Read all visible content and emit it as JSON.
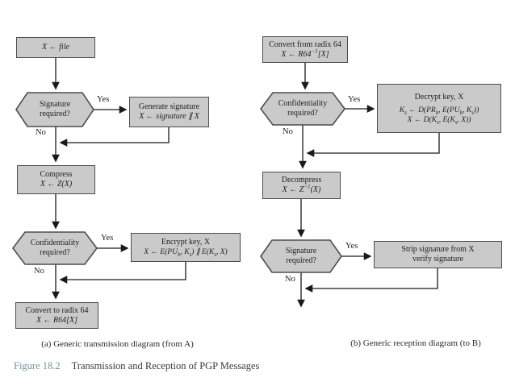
{
  "figure": {
    "label": "Figure 18.2",
    "title": "Transmission and Reception of PGP Messages"
  },
  "colors": {
    "box_fill": "#cacaca",
    "box_border": "#4d4d4d",
    "connector": "#1a1a1a",
    "figure_label": "#74929f",
    "background": "#ffffff"
  },
  "transmission": {
    "caption": "(a) Generic transmission diagram (from A)",
    "nodes": {
      "file": {
        "lines": [
          "X ← file"
        ]
      },
      "sig_decision": {
        "lines": [
          "Signature",
          "required?"
        ],
        "yes": "Yes",
        "no": "No"
      },
      "generate": {
        "lines": [
          "Generate signature",
          "X ← signature ∥ X"
        ]
      },
      "compress": {
        "lines": [
          "Compress",
          "X ← Z(X)"
        ]
      },
      "conf_decision": {
        "lines": [
          "Confidentiality",
          "required?"
        ],
        "yes": "Yes",
        "no": "No"
      },
      "encrypt": {
        "lines": [
          "Encrypt key, X",
          "X ← E(PU_{b}, K_{s}) ∥ E(K_{s}, X)"
        ]
      },
      "radix": {
        "lines": [
          "Convert to radix 64",
          "X ← R64[X]"
        ]
      }
    }
  },
  "reception": {
    "caption": "(b) Generic reception diagram (to B)",
    "nodes": {
      "convert": {
        "lines": [
          "Convert from radix 64",
          "X ← R64^{−1}[X]"
        ]
      },
      "conf_decision": {
        "lines": [
          "Confidentiality",
          "required?"
        ],
        "yes": "Yes",
        "no": "No"
      },
      "decrypt": {
        "lines": [
          "Decrypt key, X",
          "K_{s} ← D(PR_{b}, E(PU_{b}, K_{s}))",
          "X ← D(K_{s}, E(K_{s}, X))"
        ]
      },
      "decompress": {
        "lines": [
          "Decompress",
          "X ← Z^{−1}(X)"
        ]
      },
      "sig_decision": {
        "lines": [
          "Signature",
          "required?"
        ],
        "yes": "Yes",
        "no": "No"
      },
      "strip": {
        "lines": [
          "Strip signature from X",
          "verify signature"
        ]
      }
    }
  }
}
